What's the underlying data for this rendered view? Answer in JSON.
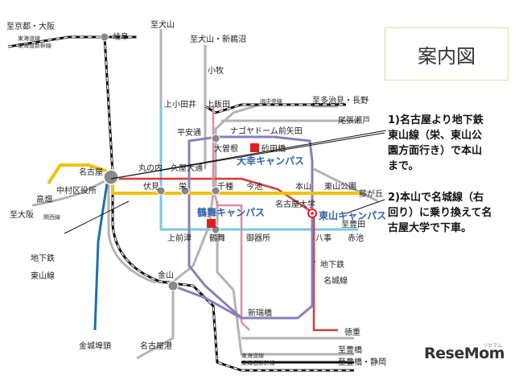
{
  "title": "案内図",
  "notes": {
    "note1": [
      "1)名古屋より地下鉄",
      "東山線（栄、東山公",
      "園方面行き）で本山",
      "まで。"
    ],
    "note2": [
      "2)本山で名城線（右",
      "回り）に乗り換えて名",
      "古屋大学で下車。"
    ]
  },
  "stations": {
    "kyoto_osaka": "至京都・大阪",
    "tokaido_line": "東海道線",
    "tokaido_shinkansen": "東海道新幹線",
    "gifu": "岐阜",
    "inuyama": "至犬山",
    "inuyama_shinunuma": "至犬山・新鵜沼",
    "komaki": "小牧",
    "kamiotai": "上小田井",
    "kamiiida": "上飯田",
    "jr_chuo_line": "JR中央線",
    "tajimi": "至多治見・長野",
    "owari_seto": "尾張瀬戸",
    "heiando": "平安通",
    "nagoya_dome": "ナゴヤドーム前矢田",
    "ozone": "大曽根",
    "sunadabashi": "砂田橋",
    "nagoya": "名古屋",
    "marunouchi": "丸の内",
    "hisaya_odori": "久屋大通",
    "nakamura_kuyakusho": "中村区役所",
    "takabata": "高畑",
    "fushimi": "伏見",
    "sakae": "栄",
    "chikusa": "千種",
    "imaike": "今池",
    "motoyama": "本山",
    "higashiyama_koen": "東山公園",
    "fujigaoka": "藤が丘",
    "nagoya_daigaku": "名古屋大学",
    "to_osaka": "至大阪",
    "kansai_line": "関西線",
    "kamimaezu": "上前津",
    "tsurumai": "鶴舞",
    "gokiso": "御器所",
    "yagoto": "八事",
    "toyota": "至豊田",
    "akaike": "赤池",
    "kanayama": "金山",
    "aratamabashi": "新瑞橋",
    "tokushige": "徳重",
    "kinjofuto": "金城埠頭",
    "nagoya_ko": "名古屋港",
    "tokaido_line_2": "東海道線",
    "tokaido_shinkansen_2": "東海道新幹線",
    "toyohashi": "至豊橋",
    "toyohashi_shizuoka": "至豊橋・静岡"
  },
  "campuses": {
    "daiko": "大幸キャンパス",
    "tsurumai": "鶴舞キャンパス",
    "higashiyama": "東山キャンパス"
  },
  "line_labels": {
    "higashiyama_line_1": "地下鉄",
    "higashiyama_line_2": "東山線",
    "meijo_line_1": "地下鉄",
    "meijo_line_2": "名城線"
  },
  "logo": {
    "main": "ReseMom",
    "sub": "リセマム"
  },
  "colors": {
    "higashiyama_line": "#f0c20a",
    "meijo_line": "#8a7fb8",
    "tsurumai_line": "#7fc6e0",
    "sakura_dori_line": "#d93a3a",
    "meitetsu": "#aaaaaa",
    "jr": "#111111",
    "aonami_line": "#1f6fb0",
    "kamiiida_line": "#e48aa8",
    "campus_red": "#e02020"
  }
}
